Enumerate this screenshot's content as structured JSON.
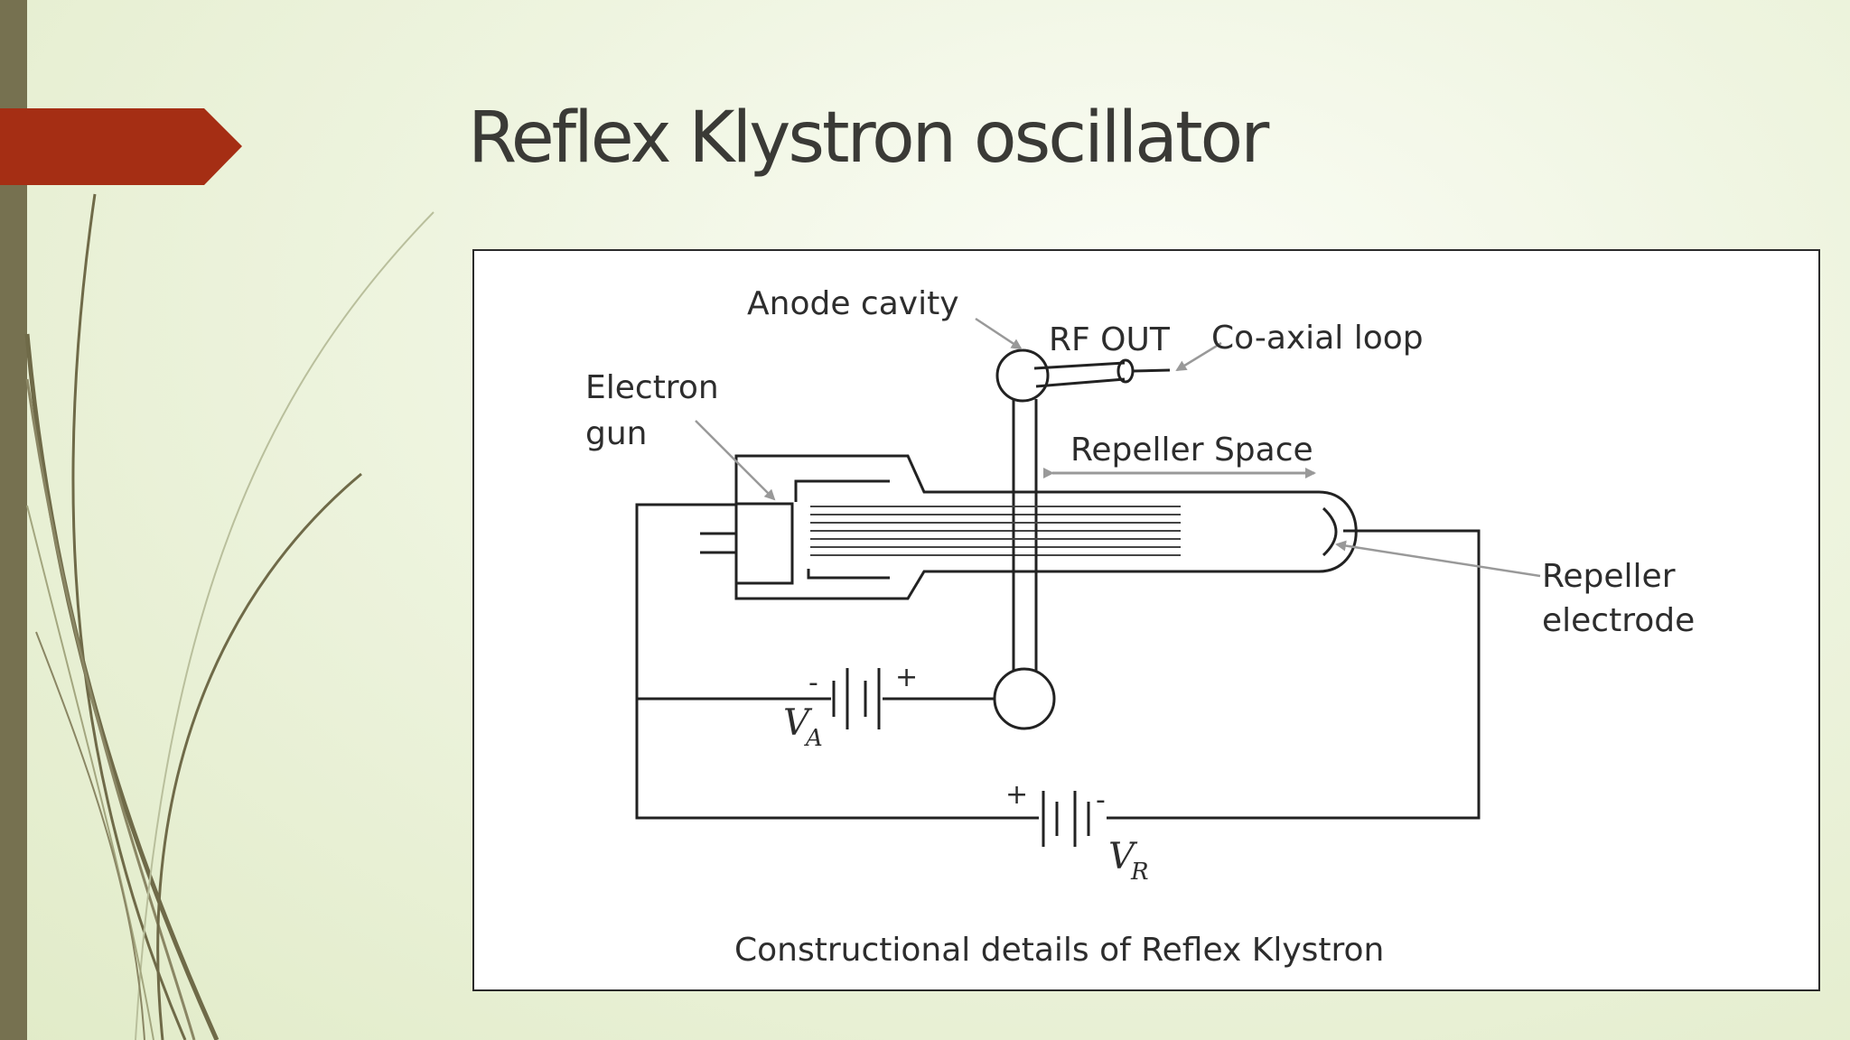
{
  "slide": {
    "title": "Reflex Klystron oscillator",
    "colors": {
      "accent_banner": "#a52e14",
      "side_bar": "#767150",
      "text": "#3a3a36"
    }
  },
  "diagram": {
    "labels": {
      "anode_cavity": "Anode cavity",
      "rf_out": "RF OUT",
      "coaxial_loop": "Co-axial loop",
      "electron": "Electron",
      "gun": "gun",
      "repeller_space": "Repeller Space",
      "repeller": "Repeller",
      "electrode": "electrode",
      "va_symbol": "V",
      "va_sub": "A",
      "vr_symbol": "V",
      "vr_sub": "R",
      "va_minus": "-",
      "va_plus": "+",
      "vr_plus": "+",
      "vr_minus": "-"
    },
    "caption": "Constructional details of Reflex Klystron"
  }
}
